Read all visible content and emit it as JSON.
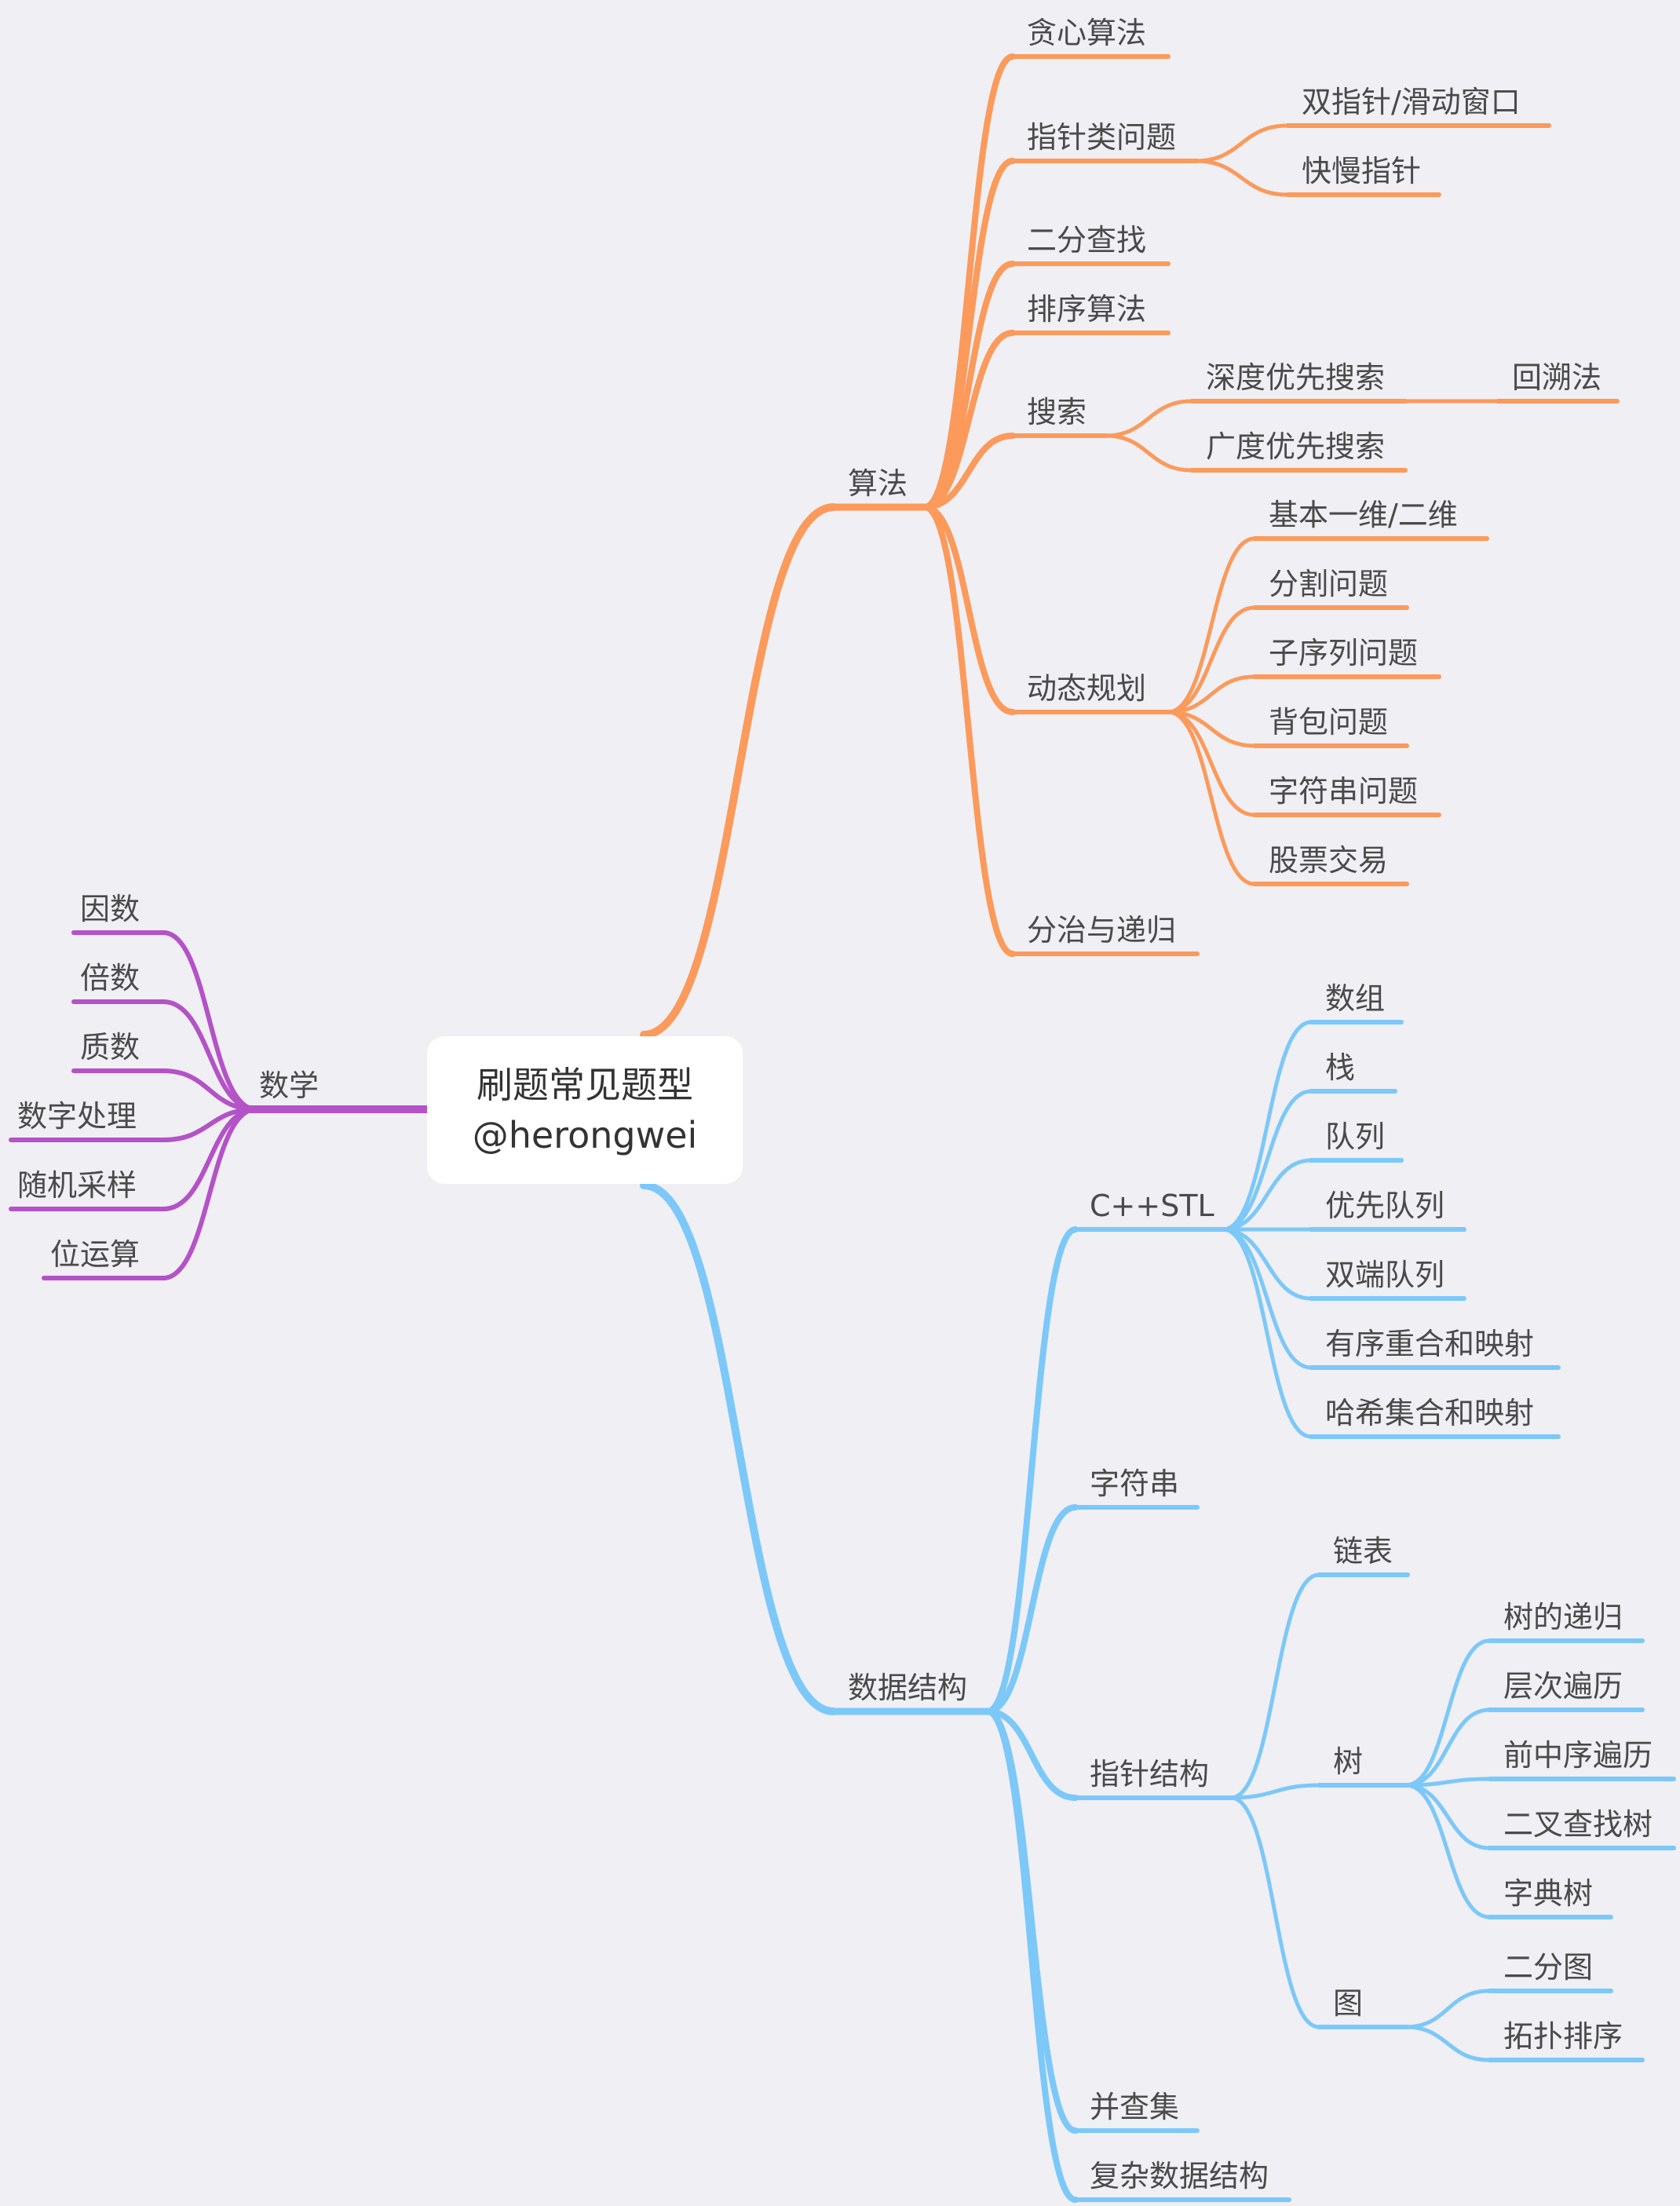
{
  "colors": {
    "background": "#efeff4",
    "algorithm": "#fb9a5b",
    "data_structures": "#7cc8f8",
    "math": "#b452c7"
  },
  "root": {
    "title": "刷题常见题型",
    "subtitle": "@herongwei"
  },
  "branches": {
    "algorithm": {
      "label": "算法",
      "children": [
        {
          "label": "贪心算法"
        },
        {
          "label": "指针类问题",
          "children": [
            {
              "label": "双指针/滑动窗口"
            },
            {
              "label": "快慢指针"
            }
          ]
        },
        {
          "label": "二分查找"
        },
        {
          "label": "排序算法"
        },
        {
          "label": "搜索",
          "children": [
            {
              "label": "深度优先搜索",
              "children": [
                {
                  "label": "回溯法"
                }
              ]
            },
            {
              "label": "广度优先搜索"
            }
          ]
        },
        {
          "label": "动态规划",
          "children": [
            {
              "label": "基本一维/二维"
            },
            {
              "label": "分割问题"
            },
            {
              "label": "子序列问题"
            },
            {
              "label": "背包问题"
            },
            {
              "label": "字符串问题"
            },
            {
              "label": "股票交易"
            }
          ]
        },
        {
          "label": "分治与递归"
        }
      ]
    },
    "data_structures": {
      "label": "数据结构",
      "children": [
        {
          "label": "C++STL",
          "children": [
            {
              "label": "数组"
            },
            {
              "label": "栈"
            },
            {
              "label": "队列"
            },
            {
              "label": "优先队列"
            },
            {
              "label": "双端队列"
            },
            {
              "label": "有序重合和映射"
            },
            {
              "label": "哈希集合和映射"
            }
          ]
        },
        {
          "label": "字符串"
        },
        {
          "label": "指针结构",
          "children": [
            {
              "label": "链表"
            },
            {
              "label": "树",
              "children": [
                {
                  "label": "树的递归"
                },
                {
                  "label": "层次遍历"
                },
                {
                  "label": "前中序遍历"
                },
                {
                  "label": "二叉查找树"
                },
                {
                  "label": "字典树"
                }
              ]
            },
            {
              "label": "图",
              "children": [
                {
                  "label": "二分图"
                },
                {
                  "label": "拓扑排序"
                }
              ]
            }
          ]
        },
        {
          "label": "并查集"
        },
        {
          "label": "复杂数据结构"
        }
      ]
    },
    "math": {
      "label": "数学",
      "children": [
        {
          "label": "因数"
        },
        {
          "label": "倍数"
        },
        {
          "label": "质数"
        },
        {
          "label": "数字处理"
        },
        {
          "label": "随机采样"
        },
        {
          "label": "位运算"
        }
      ]
    }
  }
}
